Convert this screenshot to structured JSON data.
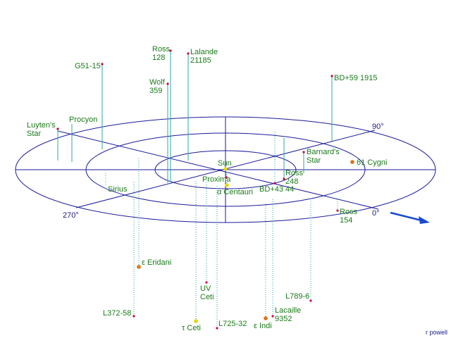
{
  "diagram": {
    "colors": {
      "grid": "#1a1a9a",
      "stem": "#2aa7a7",
      "label": "#1a7a1a",
      "star_red": "#cc0044",
      "star_orange": "#e07010",
      "star_yellow": "#e6d800",
      "arrow": "#1a4ad0"
    },
    "axis_labels": {
      "deg0": "0°",
      "deg90": "90°",
      "deg270": "270°"
    },
    "credit": "r powell",
    "sun": {
      "label": "Sun"
    },
    "stars": [
      {
        "id": "ross128",
        "lines": [
          "Ross",
          "128"
        ],
        "kind": "red",
        "above": true
      },
      {
        "id": "lalande21185",
        "lines": [
          "Lalande",
          "21185"
        ],
        "kind": "red",
        "above": true
      },
      {
        "id": "g51-15",
        "lines": [
          "G51-15"
        ],
        "kind": "red",
        "above": true
      },
      {
        "id": "wolf359",
        "lines": [
          "Wolf",
          "359"
        ],
        "kind": "red",
        "above": true
      },
      {
        "id": "bd59",
        "lines": [
          "BD+59 1915"
        ],
        "kind": "red",
        "above": true
      },
      {
        "id": "luyten",
        "lines": [
          "Luyten's",
          "Star"
        ],
        "kind": "red",
        "above": true
      },
      {
        "id": "procyon",
        "lines": [
          "Procyon"
        ],
        "kind": "none",
        "above": true
      },
      {
        "id": "barnard",
        "lines": [
          "Barnard's",
          "Star"
        ],
        "kind": "red",
        "above": true
      },
      {
        "id": "61cygni",
        "lines": [
          "61 Cygni"
        ],
        "kind": "orange",
        "above": true
      },
      {
        "id": "ross248",
        "lines": [
          "Ross",
          "248"
        ],
        "kind": "red",
        "above": true
      },
      {
        "id": "proxima",
        "lines": [
          "Proxima"
        ],
        "kind": "red",
        "above": false
      },
      {
        "id": "acen",
        "lines": [
          "α Centauri"
        ],
        "kind": "yellow",
        "above": false
      },
      {
        "id": "bd43",
        "lines": [
          "BD+43 44"
        ],
        "kind": "red",
        "above": false
      },
      {
        "id": "sirius",
        "lines": [
          "Sirius"
        ],
        "kind": "none",
        "above": false
      },
      {
        "id": "ross154",
        "lines": [
          "Ross",
          "154"
        ],
        "kind": "red",
        "above": false
      },
      {
        "id": "eeridani",
        "lines": [
          "ε Eridani"
        ],
        "kind": "orange",
        "above": false
      },
      {
        "id": "uvceti",
        "lines": [
          "UV",
          "Ceti"
        ],
        "kind": "red",
        "above": false
      },
      {
        "id": "l789",
        "lines": [
          "L789-6"
        ],
        "kind": "red",
        "above": false
      },
      {
        "id": "l372",
        "lines": [
          "L372-58"
        ],
        "kind": "red",
        "above": false
      },
      {
        "id": "lacaille",
        "lines": [
          "Lacaille",
          "9352"
        ],
        "kind": "red",
        "above": false
      },
      {
        "id": "tauceti",
        "lines": [
          "τ Ceti"
        ],
        "kind": "yellow",
        "above": false
      },
      {
        "id": "l725",
        "lines": [
          "L725-32"
        ],
        "kind": "red",
        "above": false
      },
      {
        "id": "eindi",
        "lines": [
          "ε Indi"
        ],
        "kind": "orange",
        "above": false
      }
    ]
  }
}
